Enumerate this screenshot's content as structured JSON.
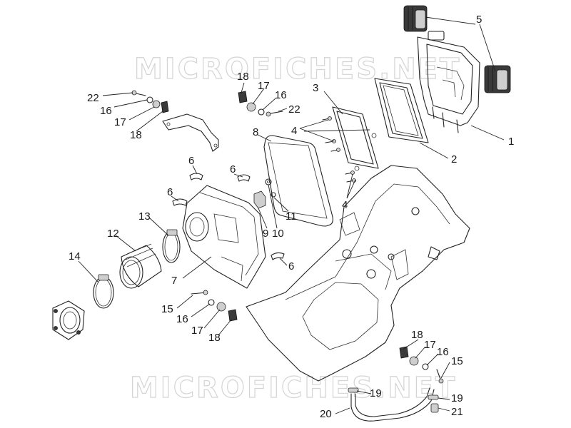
{
  "watermark": {
    "text": "MICROFICHES.NET"
  },
  "labels": {
    "l1": "1",
    "l2": "2",
    "l3": "3",
    "l4a": "4",
    "l4b": "4",
    "l5": "5",
    "l6a": "6",
    "l6b": "6",
    "l6c": "6",
    "l6d": "6",
    "l7": "7",
    "l8": "8",
    "l9": "9",
    "l10": "10",
    "l11": "11",
    "l12": "12",
    "l13": "13",
    "l14": "14",
    "l15a": "15",
    "l15b": "15",
    "l16a": "16",
    "l16b": "16",
    "l16c": "16",
    "l16d": "16",
    "l17a": "17",
    "l17b": "17",
    "l17c": "17",
    "l17d": "17",
    "l18a": "18",
    "l18b": "18",
    "l18c": "18",
    "l18d": "18",
    "l19a": "19",
    "l19b": "19",
    "l20": "20",
    "l21": "21",
    "l22a": "22",
    "l22b": "22"
  }
}
